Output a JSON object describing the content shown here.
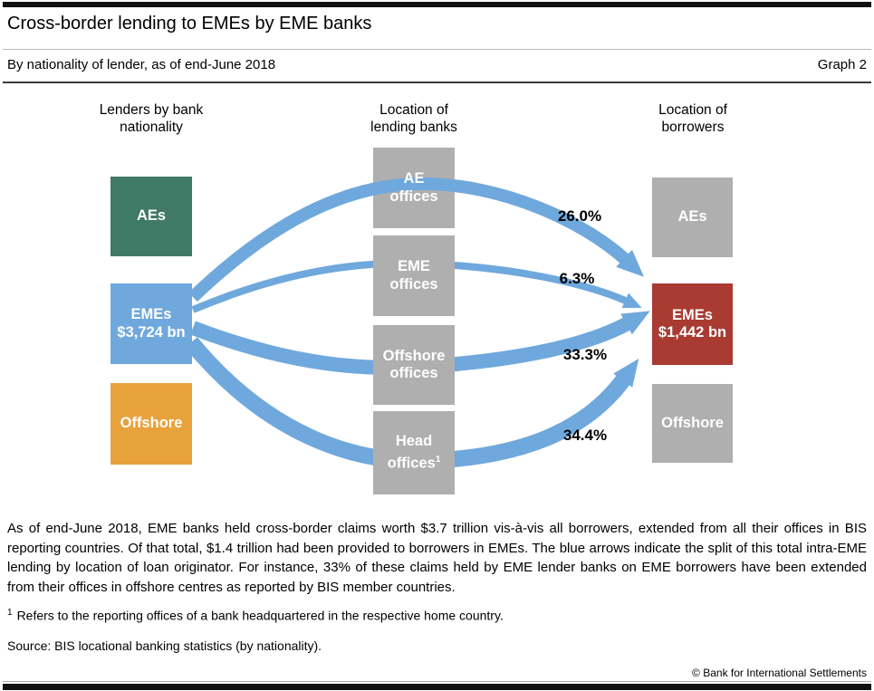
{
  "header": {
    "title": "Cross-border lending to EMEs by EME banks",
    "subtitle": "By nationality of lender, as of end-June 2018",
    "graph_label": "Graph 2"
  },
  "diagram": {
    "column_headers": [
      {
        "line1": "Lenders by bank",
        "line2": "nationality"
      },
      {
        "line1": "Location of",
        "line2": "lending banks"
      },
      {
        "line1": "Location of",
        "line2": "borrowers"
      }
    ],
    "lender_boxes": [
      {
        "label": "AEs",
        "color": "#3e7a66"
      },
      {
        "label": "EMEs",
        "sublabel": "$3,724 bn",
        "color": "#6fa8dc"
      },
      {
        "label": "Offshore",
        "color": "#e8a23b"
      }
    ],
    "location_boxes": [
      {
        "line1": "AE",
        "line2": "offices"
      },
      {
        "line1": "EME",
        "line2": "offices"
      },
      {
        "line1": "Offshore",
        "line2": "offices"
      },
      {
        "line1": "Head",
        "line2": "offices",
        "footnote_marker": "1"
      }
    ],
    "borrower_boxes": [
      {
        "label": "AEs",
        "color": "#afafaf"
      },
      {
        "label": "EMEs",
        "sublabel": "$1,442 bn",
        "color": "#a93b32"
      },
      {
        "label": "Offshore",
        "color": "#afafaf"
      }
    ],
    "flows": [
      {
        "via": "AE offices",
        "percent": "26.0%",
        "percent_value": 26.0
      },
      {
        "via": "EME offices",
        "percent": "6.3%",
        "percent_value": 6.3
      },
      {
        "via": "Offshore offices",
        "percent": "33.3%",
        "percent_value": 33.3
      },
      {
        "via": "Head offices",
        "percent": "34.4%",
        "percent_value": 34.4
      }
    ],
    "colors": {
      "arrow_blue": "#6fa8dc",
      "gray_box": "#afafaf",
      "green_box": "#3e7a66",
      "orange_box": "#e8a23b",
      "red_box": "#a93b32"
    }
  },
  "notes": {
    "paragraph": "As of end-June 2018, EME banks held cross-border claims worth $3.7 trillion vis-à-vis all borrowers, extended from all their offices in BIS reporting countries. Of that total, $1.4 trillion had been provided to borrowers in EMEs. The blue arrows indicate the split of this total intra-EME lending by location of loan originator. For instance, 33% of these claims held by EME lender banks on EME borrowers have been extended from their offices in offshore centres as reported by BIS member countries.",
    "footnote_marker": "1",
    "footnote": "Refers to the reporting offices of a bank headquartered in the respective home country.",
    "source": "Source: BIS locational banking statistics (by nationality).",
    "copyright": "© Bank for International Settlements"
  }
}
